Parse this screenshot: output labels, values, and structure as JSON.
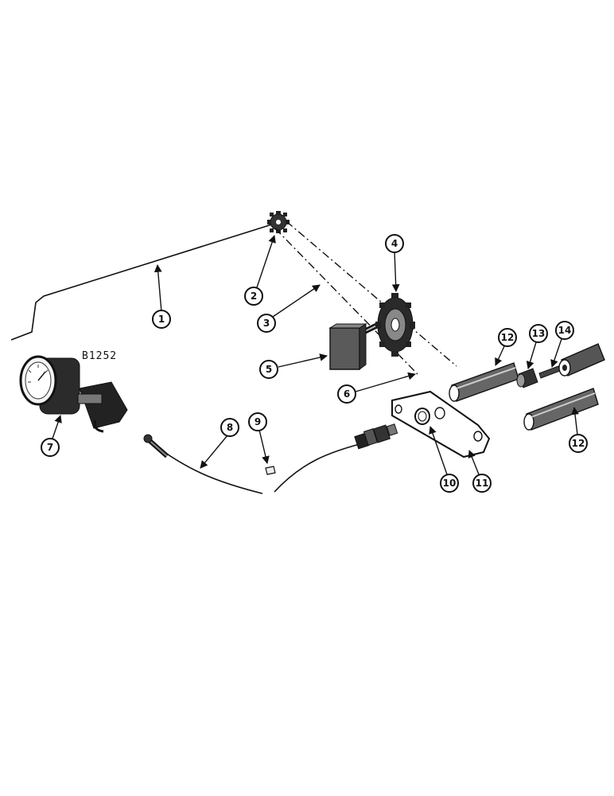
{
  "figure_code": "B1252",
  "callouts": {
    "c1": "1",
    "c2": "2",
    "c3": "3",
    "c4": "4",
    "c5": "5",
    "c6": "6",
    "c7": "7",
    "c8": "8",
    "c9": "9",
    "c10": "10",
    "c11": "11",
    "c12a": "12",
    "c12b": "12",
    "c13": "13",
    "c14": "14"
  }
}
